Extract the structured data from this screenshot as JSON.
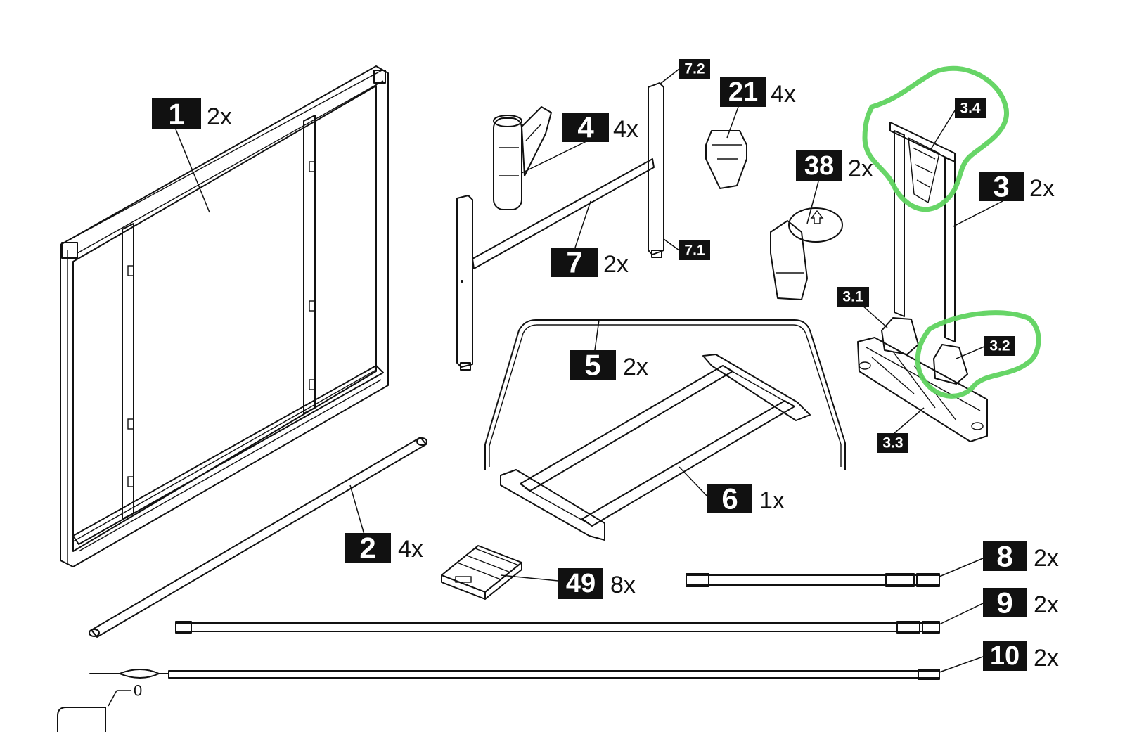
{
  "parts": [
    {
      "number": "1",
      "qty": "2x"
    },
    {
      "number": "2",
      "qty": "4x"
    },
    {
      "number": "3",
      "qty": "2x"
    },
    {
      "number": "4",
      "qty": "4x"
    },
    {
      "number": "5",
      "qty": "2x"
    },
    {
      "number": "6",
      "qty": "1x"
    },
    {
      "number": "7",
      "qty": "2x"
    },
    {
      "number": "8",
      "qty": "2x"
    },
    {
      "number": "9",
      "qty": "2x"
    },
    {
      "number": "10",
      "qty": "2x"
    },
    {
      "number": "21",
      "qty": "4x"
    },
    {
      "number": "38",
      "qty": "2x"
    },
    {
      "number": "49",
      "qty": "8x"
    }
  ],
  "sub_parts": [
    "7.2",
    "7.1",
    "3.4",
    "3.1",
    "3.2",
    "3.3"
  ],
  "misc_label": "0",
  "colors": {
    "ink": "#111111",
    "highlight": "#5fd35f",
    "background": "#ffffff"
  }
}
